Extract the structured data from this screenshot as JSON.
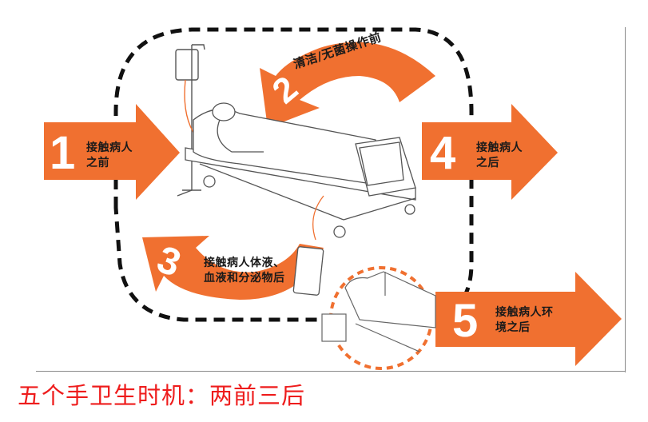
{
  "diagram": {
    "title": "五个手卫生时机：两前三后",
    "accent_color": "#f07030",
    "caption_color": "#ee1c1c",
    "moments": [
      {
        "number": "1",
        "label_line1": "接触病人",
        "label_line2": "之前"
      },
      {
        "number": "2",
        "label_line1": "清洁/无菌操作前",
        "label_line2": ""
      },
      {
        "number": "3",
        "label_line1": "接触病人体液、",
        "label_line2": "血液和分泌物后"
      },
      {
        "number": "4",
        "label_line1": "接触病人",
        "label_line2": "之后"
      },
      {
        "number": "5",
        "label_line1": "接触病人环",
        "label_line2": "境之后"
      }
    ],
    "illustrations": [
      "patient-in-hospital-bed",
      "iv-drip-stand",
      "urine-drainage-bag",
      "patient-environment-bed-and-cabinet"
    ]
  }
}
